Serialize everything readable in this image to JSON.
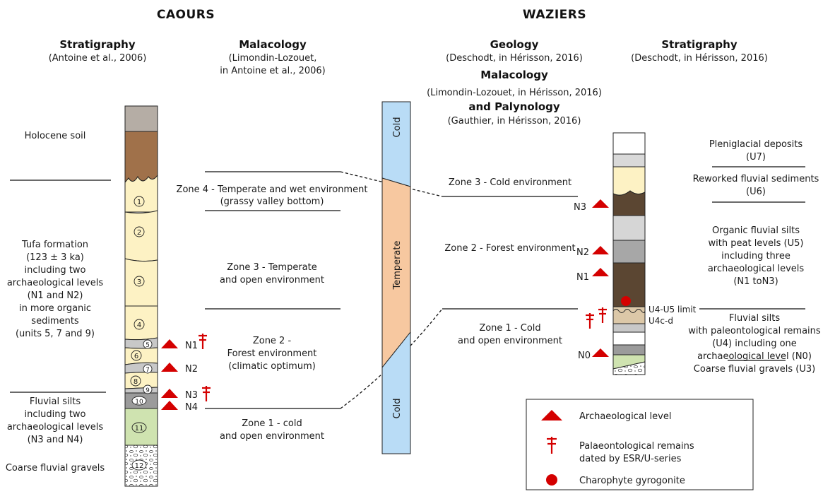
{
  "caours": {
    "title": "CAOURS",
    "strat_heading": "Stratigraphy",
    "strat_ref": "(Antoine et al., 2006)",
    "mala_heading": "Malacology",
    "mala_ref1": "(Limondin-Lozouet,",
    "mala_ref2": "in Antoine et al., 2006)",
    "left_labels": {
      "holocene": "Holocene soil",
      "tufa": [
        "Tufa formation",
        "(123 ± 3 ka)",
        "including two",
        "archaeological levels",
        "(N1 and N2)",
        "in more organic",
        "sediments",
        "(units 5, 7 and 9)"
      ],
      "silts": [
        "Fluvial silts",
        "including two",
        "archaeological levels",
        "(N3 and N4)"
      ],
      "gravels": "Coarse fluvial gravels"
    },
    "units": [
      "1",
      "2",
      "3",
      "4",
      "5",
      "6",
      "7",
      "8",
      "9",
      "10",
      "11",
      "12"
    ],
    "levels": [
      "N1",
      "N2",
      "N3",
      "N4"
    ],
    "zones": {
      "z4": [
        "Zone 4 - Temperate and wet environment",
        "(grassy valley bottom)"
      ],
      "z3": [
        "Zone 3 - Temperate",
        "and open environment"
      ],
      "z2": [
        "Zone 2 -",
        "Forest environment",
        "(climatic optimum)"
      ],
      "z1": [
        "Zone 1 -  cold",
        "and open environment"
      ]
    }
  },
  "climate_bar": {
    "top": "Cold",
    "middle": "Temperate",
    "bottom": "Cold"
  },
  "waziers": {
    "title": "WAZIERS",
    "geo_heading": "Geology",
    "geo_ref": "(Deschodt, in Hérisson, 2016)",
    "mala_heading": "Malacology",
    "mala_ref": "(Limondin-Lozouet, in Hérisson, 2016)",
    "paly_heading": "and Palynology",
    "paly_ref": "(Gauthier, in Hérisson, 2016)",
    "strat_heading": "Stratigraphy",
    "strat_ref": "(Deschodt, in Hérisson, 2016)",
    "zones": {
      "z3": "Zone 3 - Cold environment",
      "z2": "Zone 2 - Forest environment",
      "z1": [
        "Zone 1 - Cold",
        "and open environment"
      ]
    },
    "levels": [
      "N3",
      "N2",
      "N1",
      "N0"
    ],
    "limit_label": "U4-U5 limit",
    "u4cd": "U4c-d",
    "right_labels": {
      "u7": [
        "Pleniglacial deposits",
        "(U7)"
      ],
      "u6": [
        "Reworked fluvial sediments",
        "(U6)"
      ],
      "u5": [
        "Organic fluvial silts",
        "with peat levels (U5)",
        "including three",
        "archaeological levels",
        "(N1 toN3)"
      ],
      "u4": [
        "Fluvial silts",
        "with paleontological remains",
        "(U4) including one",
        "archaeological level (N0)"
      ],
      "u3": "Coarse fluvial gravels (U3)"
    }
  },
  "legend": {
    "archaeo": "Archaeological level",
    "palaeo1": "Palaeontological remains",
    "palaeo2": "dated by ESR/U-series",
    "charo": "Charophyte gyrogonite"
  },
  "colors": {
    "marker_red": "#d40000",
    "cold_blue": "#b9dcf6",
    "temperate_orange": "#f7c8a0",
    "tufa_yellow": "#fdf2c4",
    "soil_brown": "#a0714a",
    "soil_grey": "#b5ada5",
    "silt_green": "#cfe3b0",
    "peat_brown": "#5b4632",
    "grey_silt": "#9b9b9b"
  }
}
